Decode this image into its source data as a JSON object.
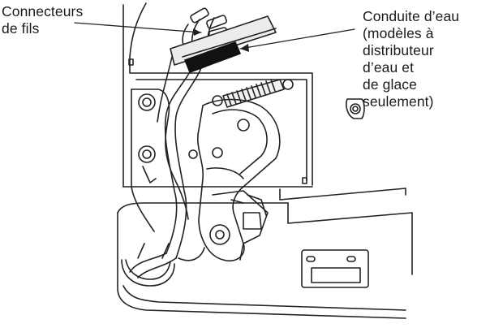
{
  "labels": {
    "wire_connectors": [
      "Connecteurs",
      "de fils"
    ],
    "water_line": [
      "Conduite d’eau",
      "(modèles à",
      "distributeur",
      "d’eau et",
      "de glace",
      "seulement)"
    ]
  },
  "colors": {
    "ink": "#1a1a1a",
    "line": "#222222",
    "paper": "#ffffff",
    "tube_band": "#111111",
    "tube_light": "#e6e6e6"
  }
}
